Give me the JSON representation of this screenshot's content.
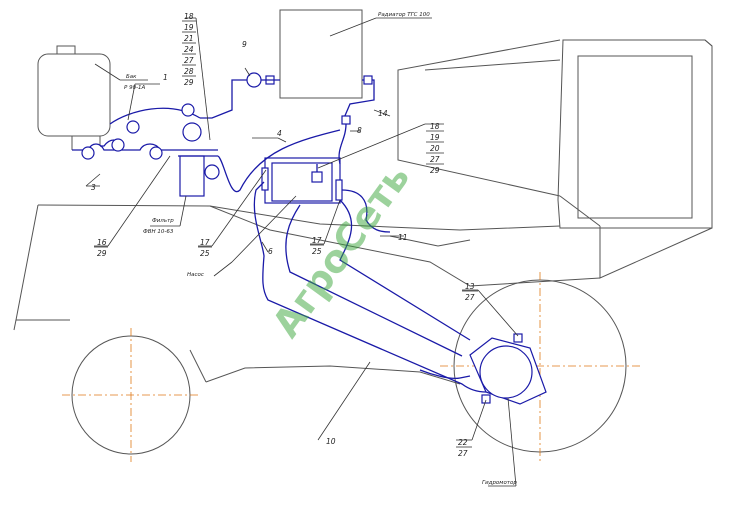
{
  "labels": {
    "radiator": "Радиатор ТГС 100",
    "tank_line1": "Бак",
    "tank_line2": "Р 90-1А",
    "filter_line1": "Фильтр",
    "filter_line2": "ФВН 10-63",
    "pump": "Насос",
    "hydromotor": "Гидромотор"
  },
  "callouts": {
    "c1": "1",
    "c3": "3",
    "c4": "4",
    "c6": "6",
    "c8": "8",
    "c9": "9",
    "c10": "10",
    "c11": "11",
    "c14": "14",
    "stack_left": [
      "18",
      "19",
      "21",
      "24",
      "27",
      "28",
      "29"
    ],
    "stack_right": [
      "18",
      "19",
      "20",
      "27",
      "29"
    ],
    "f16": [
      "16",
      "29"
    ],
    "f17a": [
      "17",
      "25"
    ],
    "f17b": [
      "17",
      "25"
    ],
    "f13": [
      "13",
      "27"
    ],
    "f22": [
      "22",
      "27"
    ]
  },
  "watermark": "АгроСеть",
  "colors": {
    "hose": "#1a1aa8",
    "outline": "#555555",
    "axis": "#e07a1a",
    "watermark": "#3aa53a"
  }
}
